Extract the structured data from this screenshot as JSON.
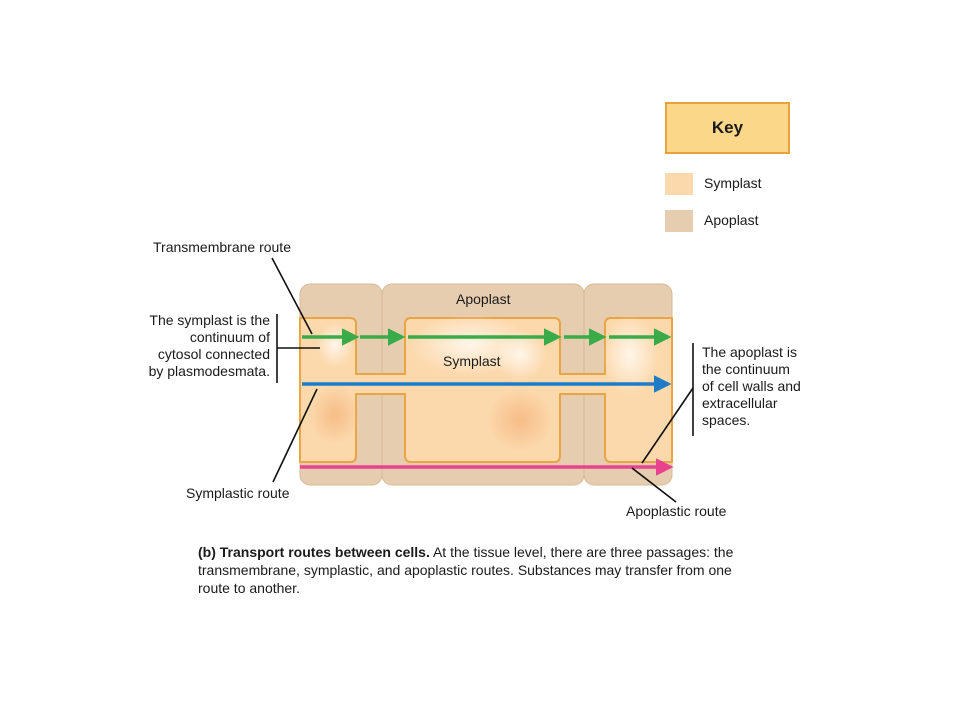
{
  "key": {
    "title": "Key",
    "items": [
      {
        "label": "Symplast",
        "color": "#fcd9ad"
      },
      {
        "label": "Apoplast",
        "color": "#e7cdb0"
      }
    ]
  },
  "diagram": {
    "region_labels": {
      "apoplast": "Apoplast",
      "symplast": "Symplast"
    },
    "callouts": {
      "transmembrane_route": "Transmembrane route",
      "symplast_definition": [
        "The symplast is the",
        "continuum of",
        "cytosol connected",
        "by plasmodesmata."
      ],
      "apoplast_definition": [
        "The apoplast is",
        "the continuum",
        "of cell walls and",
        "extracellular",
        "spaces."
      ],
      "symplastic_route": "Symplastic route",
      "apoplastic_route": "Apoplastic route"
    },
    "route_colors": {
      "transmembrane": "#3aab49",
      "symplastic": "#1f7bc6",
      "apoplastic": "#e8438f"
    }
  },
  "caption": {
    "tag": "(b)",
    "title": "Transport routes between cells.",
    "text": "At the tissue level, there are three passages: the transmembrane, symplastic, and apoplastic routes. Substances may transfer from one route to another."
  }
}
